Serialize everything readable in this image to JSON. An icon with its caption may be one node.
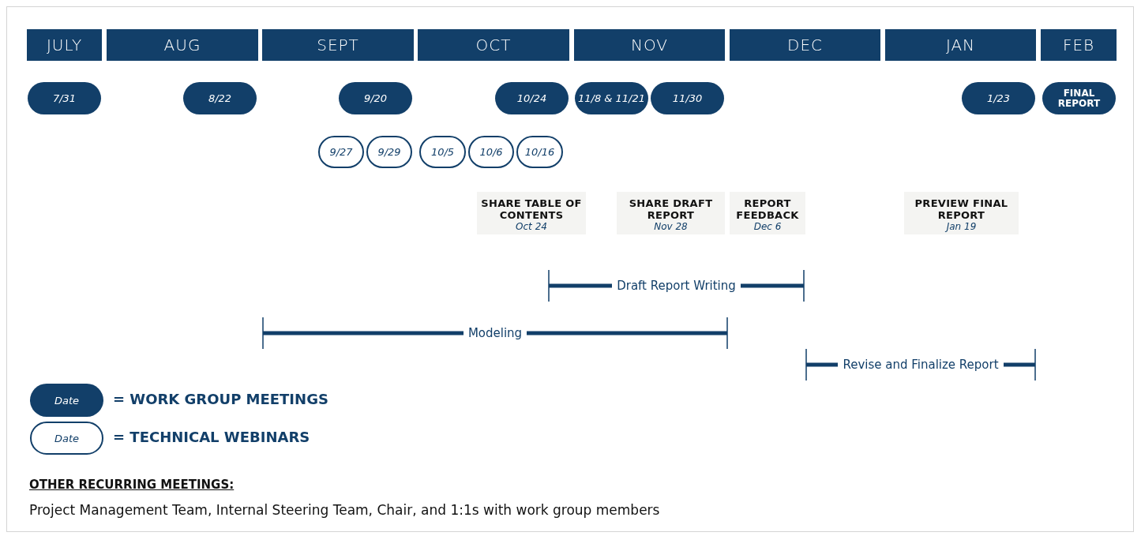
{
  "diagram": {
    "nodes": [
      {
        "text": [
          "JULY"
        ]
      },
      {
        "text": [
          "AUG"
        ]
      },
      {
        "text": [
          "SEPT"
        ]
      },
      {
        "text": [
          "OCT"
        ]
      },
      {
        "text": [
          "NOV"
        ]
      },
      {
        "text": [
          "DEC"
        ]
      },
      {
        "text": [
          "JAN"
        ]
      },
      {
        "text": [
          "FEB"
        ]
      },
      {
        "text": [
          "7/31"
        ]
      },
      {
        "text": [
          "8/22"
        ]
      },
      {
        "text": [
          "9/20"
        ]
      },
      {
        "text": [
          "10/24"
        ]
      },
      {
        "text": [
          "11/8 & 11/21"
        ]
      },
      {
        "text": [
          "11/30"
        ]
      },
      {
        "text": [
          "1/23"
        ]
      },
      {
        "text": [
          "FINAL REPORT"
        ]
      },
      {
        "text": [
          "9/27"
        ]
      },
      {
        "text": [
          "9/29"
        ]
      },
      {
        "text": [
          "10/5"
        ]
      },
      {
        "text": [
          "10/6"
        ]
      },
      {
        "text": [
          "10/16"
        ]
      },
      {
        "text": [
          "SHARE TABLE OF CONTENTS",
          "Oct 24"
        ]
      },
      {
        "text": [
          "SHARE DRAFT REPORT",
          "Nov 28"
        ]
      },
      {
        "text": [
          "REPORT FEEDBACK",
          "Dec 6"
        ]
      },
      {
        "text": [
          "PREVIEW FINAL REPORT",
          "Jan 19"
        ]
      },
      {
        "text": [
          "Draft Report Writing"
        ]
      },
      {
        "text": [
          "Modeling"
        ]
      },
      {
        "text": [
          "Revise and Finalize Report"
        ]
      },
      {
        "text": [
          "Date"
        ]
      },
      {
        "text": [
          "Date"
        ]
      }
    ],
    "labels": [
      "OTHER RECURRING MEETINGS:",
      "Project Management Team, Internal Steering Team, Chair, and 1:1s with work group members"
    ],
    "legend": [
      {
        "text": "= WORK GROUP MEETINGS"
      },
      {
        "text": "= TECHNICAL WEBINARS"
      }
    ]
  }
}
